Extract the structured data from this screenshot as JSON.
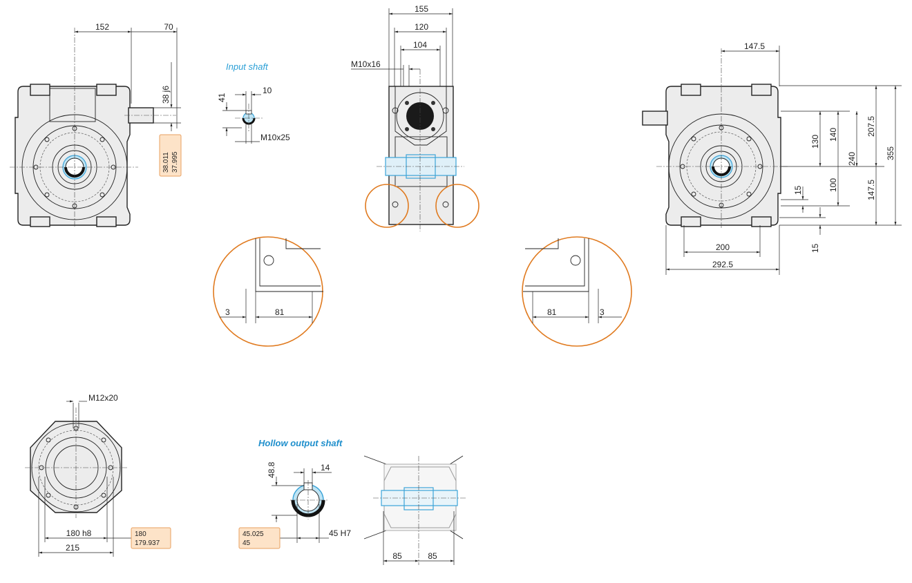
{
  "captions": {
    "input_shaft": "Input shaft",
    "hollow_output_shaft": "Hollow output shaft"
  },
  "front_view": {
    "dim_152": "152",
    "dim_70": "70",
    "dim_38j6": "38 j6",
    "tol_38_upper": "38.011",
    "tol_38_lower": "37.995"
  },
  "input_shaft": {
    "dim_10": "10",
    "dim_41": "41",
    "thread": "M10x25"
  },
  "top_view": {
    "dim_155": "155",
    "dim_120": "120",
    "dim_104": "104",
    "thread": "M10x16"
  },
  "detail_left": {
    "dim_3": "3",
    "dim_81": "81"
  },
  "detail_right": {
    "dim_81": "81",
    "dim_3": "3"
  },
  "side_view": {
    "dim_147_5_top": "147.5",
    "dim_130": "130",
    "dim_140": "140",
    "dim_207_5": "207.5",
    "dim_355": "355",
    "dim_240": "240",
    "dim_100": "100",
    "dim_147_5_right": "147.5",
    "dim_15_upper": "15",
    "dim_15_lower": "15",
    "dim_200": "200",
    "dim_292_5": "292.5"
  },
  "flange_view": {
    "thread": "M12x20",
    "dim_180h8": "180 h8",
    "dim_215": "215",
    "tol_180_upper": "180",
    "tol_180_lower": "179.937"
  },
  "hollow_shaft": {
    "dim_48_8": "48.8",
    "dim_14": "14",
    "dim_45H7": "45 H7",
    "tol_45_upper": "45.025",
    "tol_45_lower": "45"
  },
  "bottom_view": {
    "dim_85_left": "85",
    "dim_85_right": "85"
  },
  "colors": {
    "accent_blue": "#3aa3d8",
    "highlight_orange": "#e07a1f",
    "tolerance_fill": "#fde3c8",
    "caption_blue": "#2a9fd6"
  }
}
